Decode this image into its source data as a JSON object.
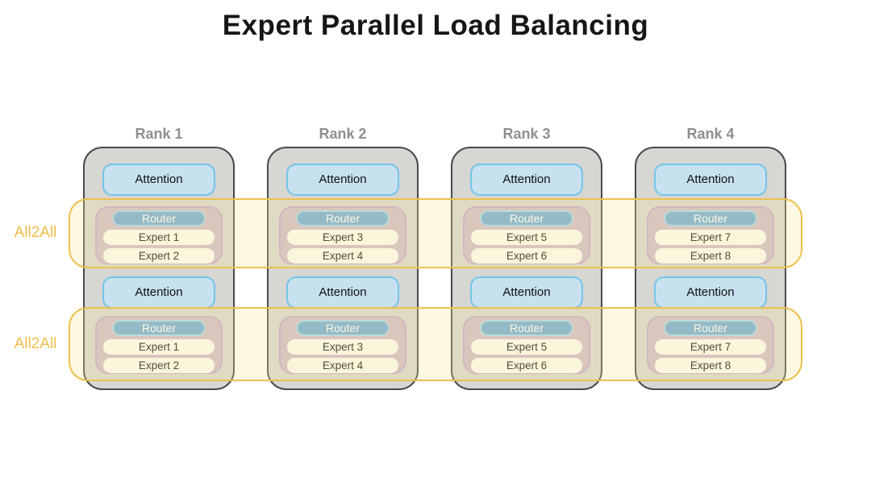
{
  "title": "Expert Parallel Load Balancing",
  "all2all_bands": [
    {
      "label": "All2All"
    },
    {
      "label": "All2All"
    }
  ],
  "ranks": [
    {
      "title": "Rank 1",
      "blocks": [
        {
          "attention": "Attention",
          "router": "Router",
          "experts": [
            "Expert 1",
            "Expert 2"
          ]
        },
        {
          "attention": "Attention",
          "router": "Router",
          "experts": [
            "Expert 1",
            "Expert 2"
          ]
        }
      ]
    },
    {
      "title": "Rank 2",
      "blocks": [
        {
          "attention": "Attention",
          "router": "Router",
          "experts": [
            "Expert 3",
            "Expert 4"
          ]
        },
        {
          "attention": "Attention",
          "router": "Router",
          "experts": [
            "Expert 3",
            "Expert 4"
          ]
        }
      ]
    },
    {
      "title": "Rank 3",
      "blocks": [
        {
          "attention": "Attention",
          "router": "Router",
          "experts": [
            "Expert 5",
            "Expert 6"
          ]
        },
        {
          "attention": "Attention",
          "router": "Router",
          "experts": [
            "Expert 5",
            "Expert 6"
          ]
        }
      ]
    },
    {
      "title": "Rank 4",
      "blocks": [
        {
          "attention": "Attention",
          "router": "Router",
          "experts": [
            "Expert 7",
            "Expert 8"
          ]
        },
        {
          "attention": "Attention",
          "router": "Router",
          "experts": [
            "Expert 7",
            "Expert 8"
          ]
        }
      ]
    }
  ],
  "colors": {
    "title_text": "#161616",
    "rank_title_text": "#8F8F8F",
    "rank_fill": "#D6D6D3",
    "rank_border": "#4A4A4A",
    "attention_fill": "#C7E1EF",
    "attention_border": "#74C4E9",
    "moe_fill": "#CDBBCE",
    "moe_border": "#C7A4D5",
    "router_fill": "#6FA9DC",
    "router_border": "#A5D5F1",
    "router_text": "#FFFFFF",
    "expert_fill": "#FCFBF9",
    "band_fill": "#F9E792",
    "band_border": "#ECC14D",
    "band_label_text": "#F2BD4A"
  }
}
